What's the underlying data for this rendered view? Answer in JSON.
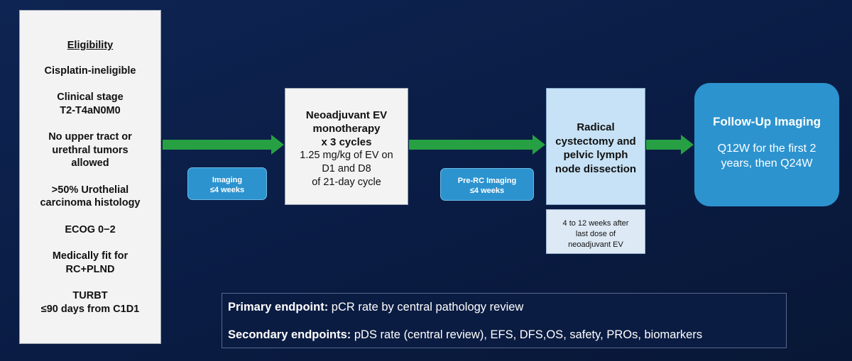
{
  "eligibility": {
    "heading": "Eligibility",
    "items": [
      "Cisplatin-ineligible",
      "Clinical stage\nT2-T4aN0M0",
      "No upper tract or\nurethral tumors\nallowed",
      ">50%  Urothelial\ncarcinoma histology",
      "ECOG 0−2",
      "Medically fit for\nRC+PLND",
      "TURBT\n≤90 days from C1D1"
    ]
  },
  "neoadjuvant": {
    "bold": "Neoadjuvant EV\nmonotherapy\nx 3 cycles",
    "detail": "1.25 mg/kg of EV on\nD1 and D8\nof 21-day cycle"
  },
  "imaging1": {
    "title": "Imaging",
    "timing": "≤4 weeks"
  },
  "imaging2": {
    "title": "Pre-RC Imaging",
    "timing": "≤4 weeks"
  },
  "radical": {
    "title": "Radical\ncystectomy and\npelvic lymph\nnode dissection",
    "note": "4 to 12 weeks after\nlast dose of\nneoadjuvant EV"
  },
  "followup": {
    "title": "Follow-Up Imaging",
    "text": "Q12W for the first 2\nyears, then Q24W"
  },
  "endpoints": {
    "primary_label": "Primary endpoint:",
    "primary_text": " pCR rate by central pathology review",
    "secondary_label": "Secondary endpoints:",
    "secondary_text": " pDS rate (central review),  EFS, DFS,OS, safety,  PROs, biomarkers"
  },
  "colors": {
    "background": "#0e2452",
    "arrow": "#27a044",
    "accent_blue": "#2c93cf",
    "light_blue": "#c7e2f6"
  }
}
